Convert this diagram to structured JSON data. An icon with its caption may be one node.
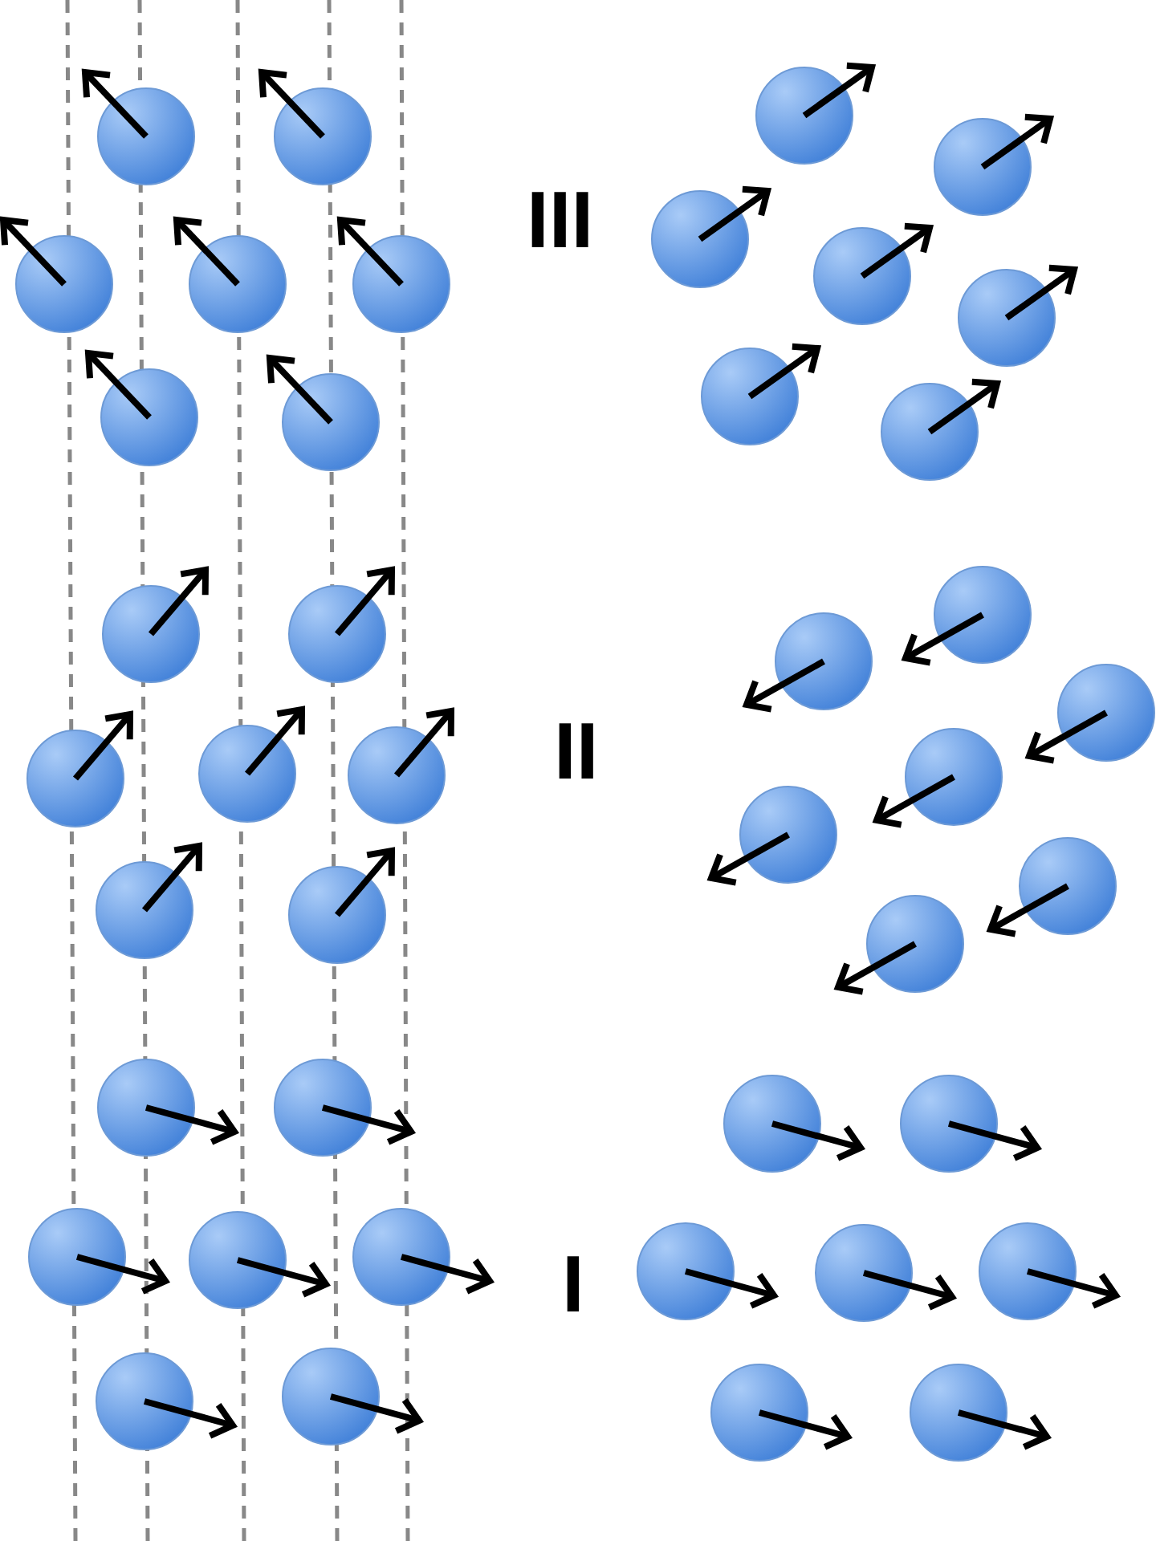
{
  "diagram": {
    "labels": [
      "III",
      "II",
      "I"
    ]
  }
}
